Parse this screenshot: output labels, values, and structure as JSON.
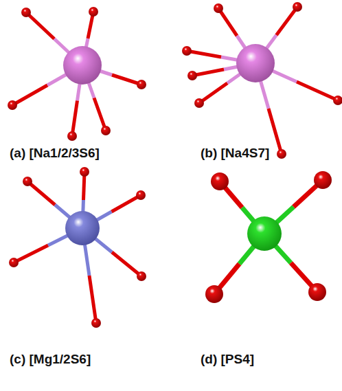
{
  "diagram": {
    "labels": [
      "(a) [Na1/2/3S6]",
      "(b) [Na4S7]",
      "(c) [Mg1/2S6]",
      "(d) [PS4]"
    ]
  }
}
